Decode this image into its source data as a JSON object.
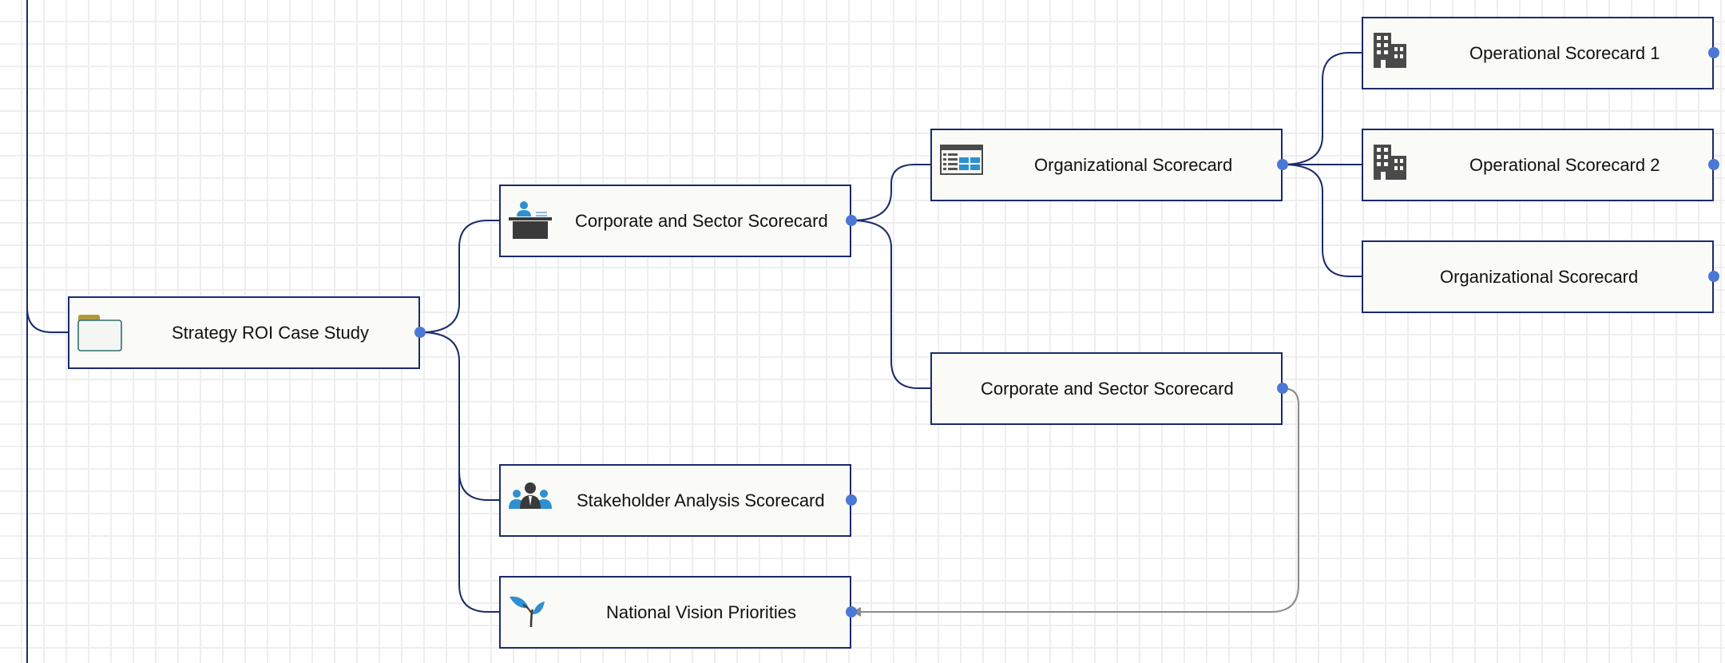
{
  "nodes": [
    {
      "id": "strategy",
      "label": "Strategy ROI Case Study",
      "icon": "folder-icon"
    },
    {
      "id": "corporate-1",
      "label": "Corporate and Sector Scorecard",
      "icon": "presenter-desk-icon"
    },
    {
      "id": "stakeholder",
      "label": "Stakeholder Analysis Scorecard",
      "icon": "people-group-icon"
    },
    {
      "id": "national",
      "label": "National Vision Priorities",
      "icon": "leaf-sprout-icon"
    },
    {
      "id": "organizational-1",
      "label": "Organizational Scorecard",
      "icon": "dashboard-list-icon"
    },
    {
      "id": "corporate-2",
      "label": "Corporate and Sector Scorecard",
      "icon": ""
    },
    {
      "id": "operational-1",
      "label": "Operational Scorecard 1",
      "icon": "building-icon"
    },
    {
      "id": "operational-2",
      "label": "Operational Scorecard 2",
      "icon": "building-icon"
    },
    {
      "id": "organizational-2",
      "label": "Organizational Scorecard",
      "icon": ""
    }
  ],
  "colors": {
    "node_border": "#1b2a6b",
    "node_fill": "#fafaf7",
    "port": "#4a78d6",
    "tree_link": "#1b2a6b",
    "cross_link": "#8a8a8a",
    "grid": "#eeeeee"
  }
}
